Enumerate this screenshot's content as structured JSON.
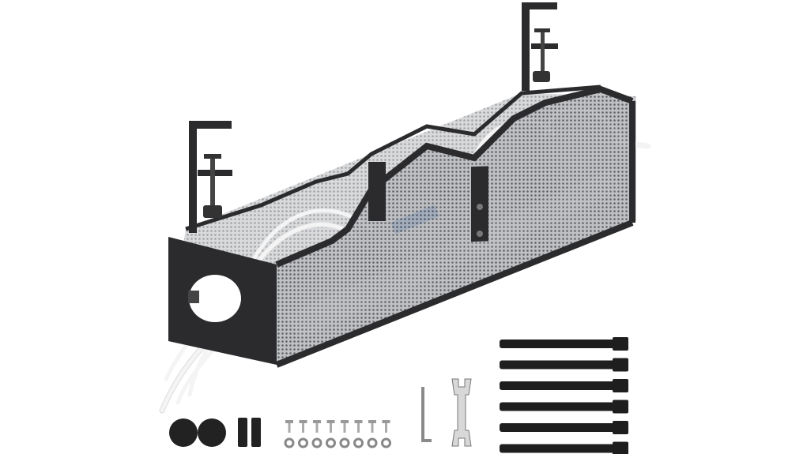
{
  "colors": {
    "background": "#ffffff",
    "metal": "#2b2b2d",
    "mesh": "#8a8c90",
    "cable": "#f4f4f4",
    "accent_label": "#2a5caa"
  },
  "accessories": {
    "foam_pads": 2,
    "adhesive_strips": 2,
    "screws": 8,
    "nuts": 8,
    "allen_keys": 1,
    "wrenches": 1,
    "cable_straps": 6
  }
}
